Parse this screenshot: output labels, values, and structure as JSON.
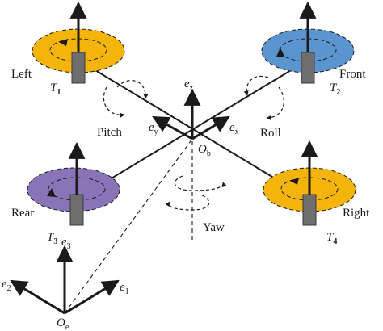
{
  "labels": {
    "left": "Left",
    "front": "Front",
    "rear": "Rear",
    "right": "Right",
    "pitch": "Pitch",
    "roll": "Roll",
    "yaw": "Yaw"
  },
  "symbols": {
    "t1": {
      "base": "T",
      "sub": "1"
    },
    "t2": {
      "base": "T",
      "sub": "2"
    },
    "t3": {
      "base": "T",
      "sub": "3"
    },
    "t4": {
      "base": "T",
      "sub": "4"
    },
    "ez": {
      "base": "e",
      "sub": "z"
    },
    "ex": {
      "base": "e",
      "sub": "x"
    },
    "ey": {
      "base": "e",
      "sub": "y"
    },
    "ob": {
      "base": "O",
      "sub": "b"
    },
    "oe": {
      "base": "O",
      "sub": "e"
    },
    "e1": {
      "base": "e",
      "sub": "1"
    },
    "e2": {
      "base": "e",
      "sub": "2"
    },
    "e3": {
      "base": "e",
      "sub": "3"
    }
  },
  "colors": {
    "orange_rotor": "#f5b40a",
    "blue_rotor": "#5b95cf",
    "purple_rotor": "#8a74b8",
    "motor": "#6e6e6e",
    "line": "#1a1a1a"
  }
}
